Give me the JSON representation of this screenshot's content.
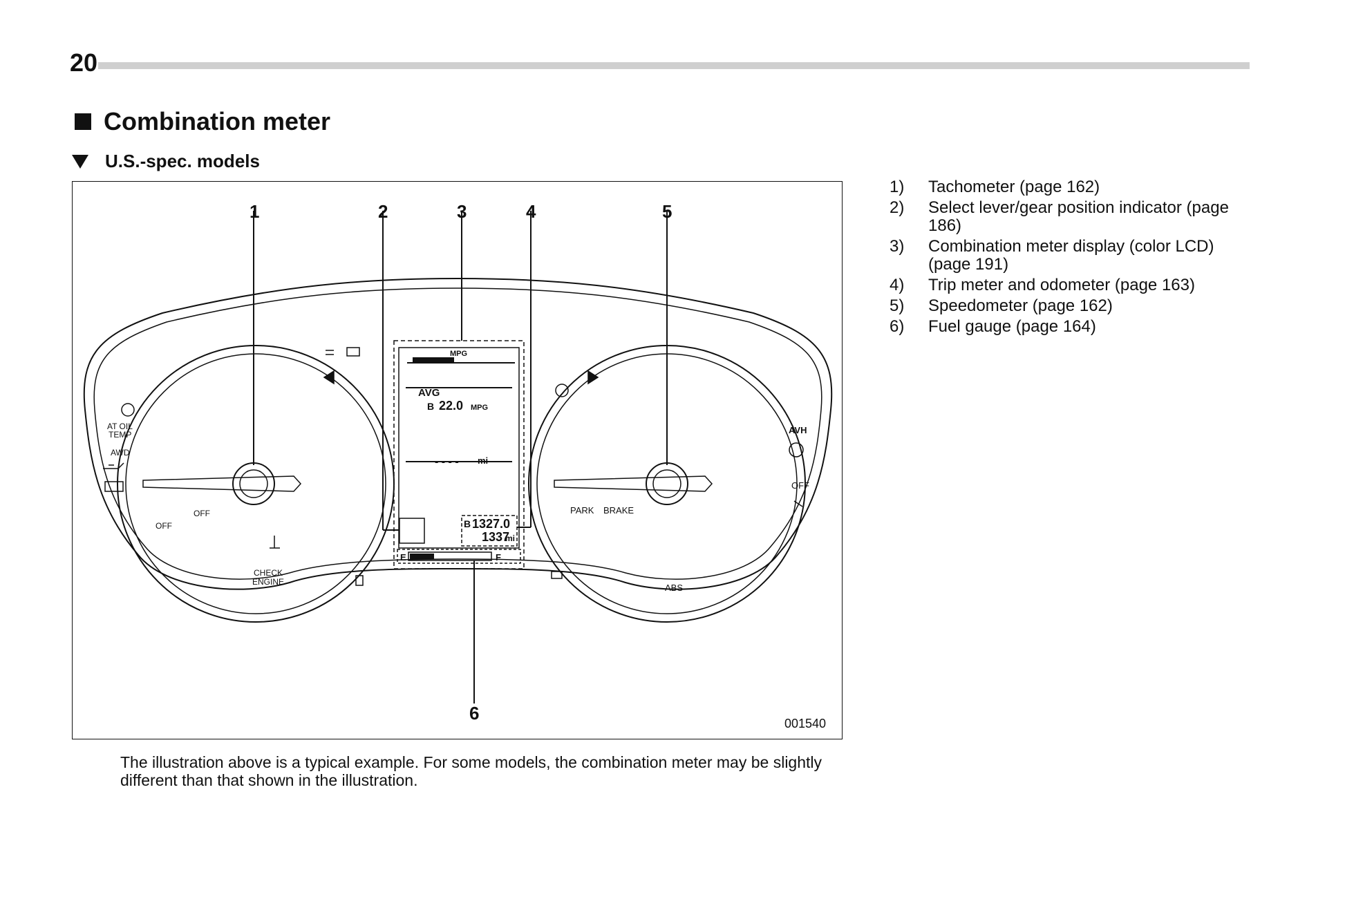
{
  "page": {
    "number": "20",
    "heading": "Combination meter",
    "subheading": "U.S.-spec. models"
  },
  "figure": {
    "callouts": [
      "1",
      "2",
      "3",
      "4",
      "5",
      "6"
    ],
    "figure_id": "001540",
    "tachometer_labels": [
      "AT OIL",
      "TEMP",
      "AWD",
      "OFF",
      "OFF",
      "CHECK",
      "ENGINE"
    ],
    "speedometer_labels": [
      "PARK",
      "BRAKE",
      "AVH",
      "OFF",
      "ABS"
    ],
    "display": {
      "mpg_label": "MPG",
      "avg_label": "AVG",
      "avg_trip": "B",
      "avg_value": "22.0",
      "avg_unit": "MPG",
      "range_value": "- - - -",
      "range_unit": "mi",
      "trip_label": "B",
      "trip_value": "1327.0",
      "odometer_value": "1337",
      "odometer_unit": "mi",
      "fuel_empty": "E",
      "fuel_full": "F",
      "fuel_level": 0.3
    }
  },
  "legend": {
    "items": [
      {
        "num": "1)",
        "text": "Tachometer (page 162)"
      },
      {
        "num": "2)",
        "text": "Select lever/gear position indicator (page 186)"
      },
      {
        "num": "3)",
        "text": "Combination meter display (color LCD) (page 191)"
      },
      {
        "num": "4)",
        "text": "Trip meter and odometer (page 163)"
      },
      {
        "num": "5)",
        "text": "Speedometer (page 162)"
      },
      {
        "num": "6)",
        "text": "Fuel gauge (page 164)"
      }
    ]
  },
  "caption": "The illustration above is a typical example. For some models, the combination meter may be slightly different than that shown in the illustration."
}
